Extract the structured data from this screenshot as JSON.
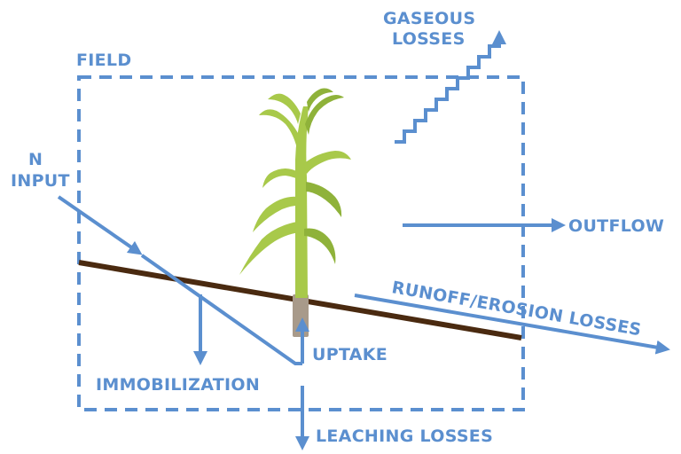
{
  "labels": {
    "field": "FIELD",
    "gaseous_losses": [
      "GASEOUS",
      "LOSSES"
    ],
    "n_input": [
      "N",
      "INPUT"
    ],
    "outflow": "OUTFLOW",
    "runoff": "RUNOFF/EROSION LOSSES",
    "uptake": "UPTAKE",
    "immobilization": "IMMOBILIZATION",
    "leaching": "LEACHING LOSSES"
  },
  "colors": {
    "arrow_blue": "#5b8fcf",
    "ground_brown": "#4a2a10",
    "plant_green": "#a8c94a",
    "root_gray": "#a89a8a"
  },
  "icons": [
    "arrow-icon",
    "staircase-arrow-icon",
    "corn-plant-icon"
  ]
}
